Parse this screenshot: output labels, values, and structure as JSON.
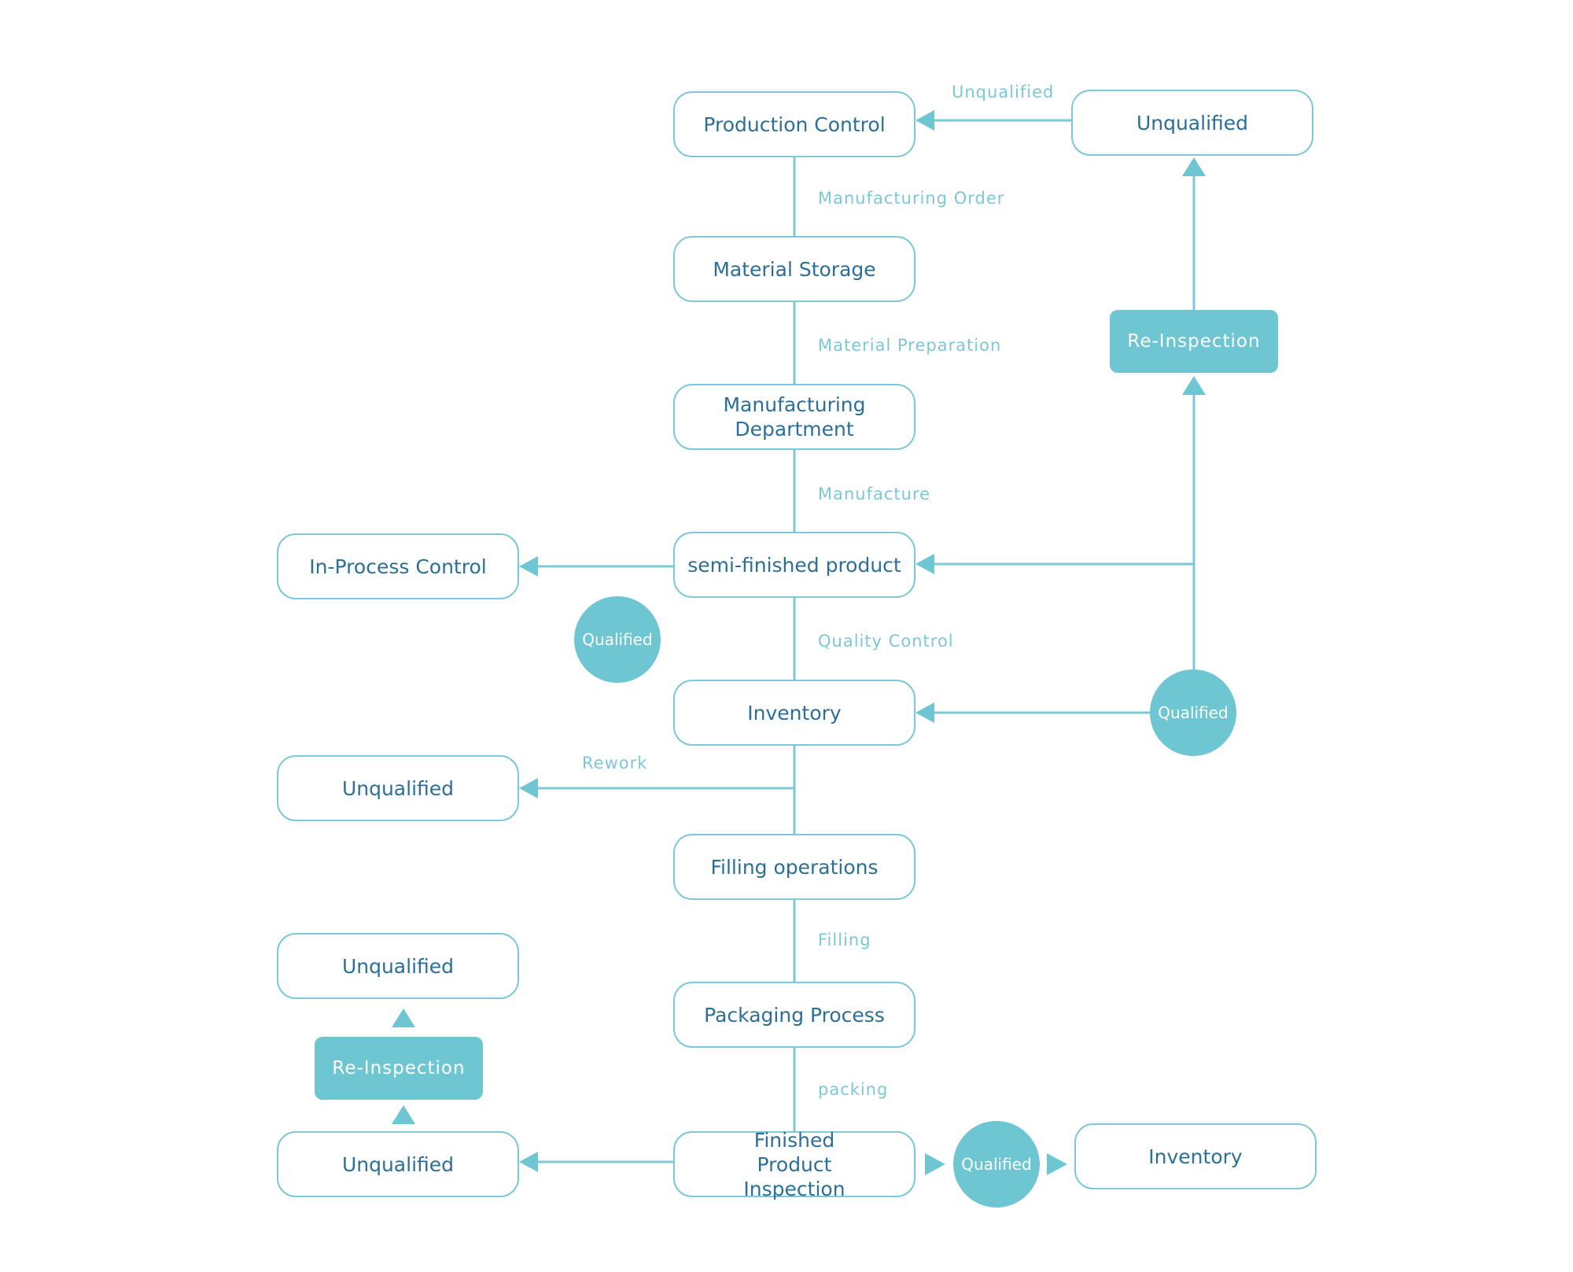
{
  "colors": {
    "line": "#7cc8d6",
    "fill": "#6ec6d3",
    "text": "#2b6f98",
    "edge_label": "#7cc8d6"
  },
  "nodes": {
    "production_control": "Production Control",
    "unqualified_top": "Unqualified",
    "material_storage": "Material Storage",
    "re_inspection_right": "Re-Inspection",
    "manufacturing_department": "Manufacturing Department",
    "in_process_control": "In-Process Control",
    "semi_finished_product": "semi-finished product",
    "qualified_left": "Qualified",
    "inventory_mid": "Inventory",
    "qualified_right": "Qualified",
    "unqualified_rework": "Unqualified",
    "filling_operations": "Filling operations",
    "unqualified_upper_left": "Unqualified",
    "packaging_process": "Packaging Process",
    "re_inspection_left": "Re-Inspection",
    "unqualified_bottom_left": "Unqualified",
    "finished_product_inspection": "Finished Product Inspection",
    "qualified_bottom": "Qualified",
    "inventory_bottom": "Inventory"
  },
  "edge_labels": {
    "unqualified_top": "Unqualified",
    "manufacturing_order": "Manufacturing Order",
    "material_preparation": "Material Preparation",
    "manufacture": "Manufacture",
    "quality_control": "Quality Control",
    "rework": "Rework",
    "filling": "Filling",
    "packing": "packing"
  }
}
